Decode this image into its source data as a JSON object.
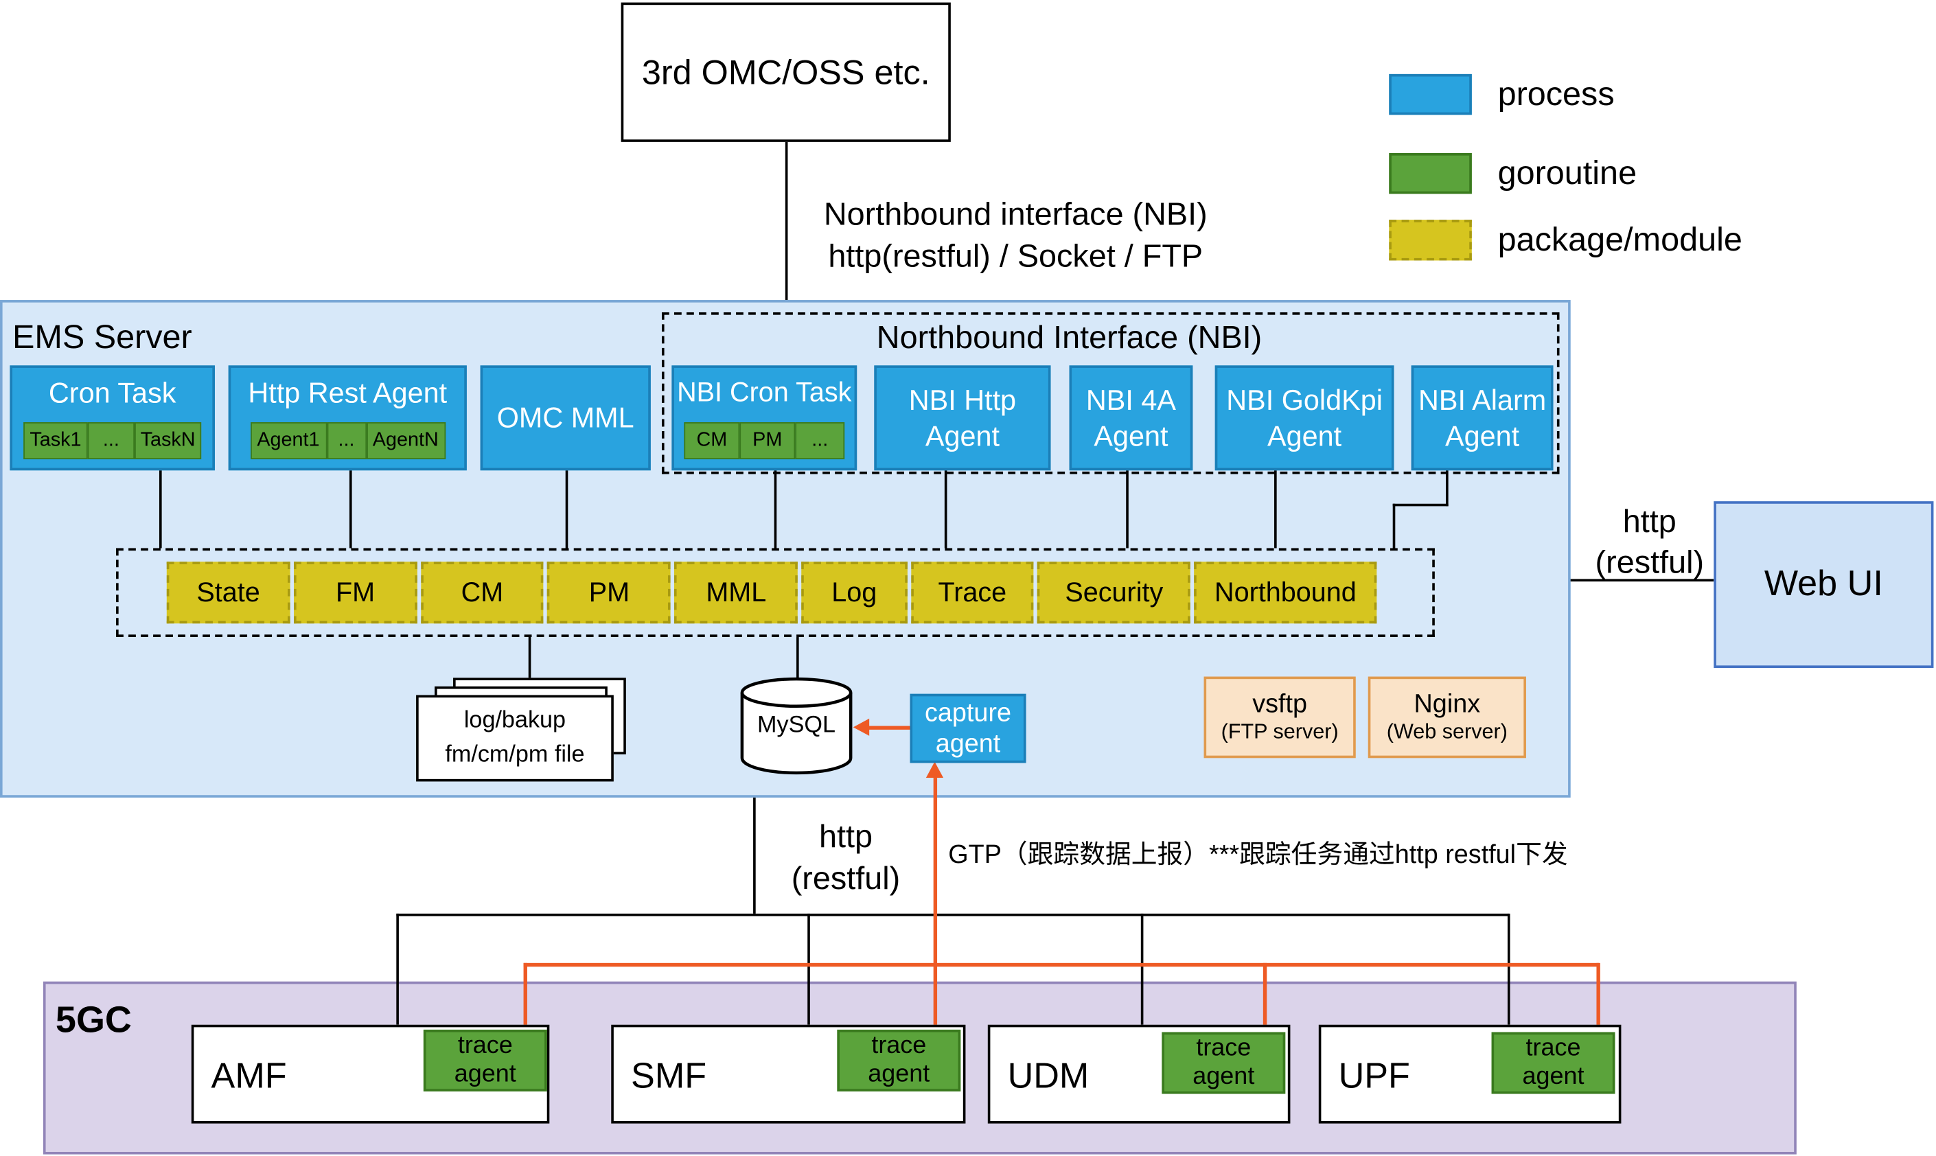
{
  "external": {
    "label": "3rd OMC/OSS etc."
  },
  "legend": {
    "process": "process",
    "goroutine": "goroutine",
    "package": "package/module"
  },
  "nbi_link": {
    "line1": "Northbound interface (NBI)",
    "line2": "http(restful) / Socket / FTP"
  },
  "ems": {
    "title": "EMS Server",
    "cron_task": {
      "label": "Cron Task",
      "subs": [
        "Task1",
        "...",
        "TaskN"
      ]
    },
    "http_rest_agent": {
      "label": "Http Rest Agent",
      "subs": [
        "Agent1",
        "...",
        "AgentN"
      ]
    },
    "omc_mml": "OMC MML",
    "nbi": {
      "title": "Northbound Interface (NBI)",
      "cron_task": {
        "label": "NBI Cron Task",
        "subs": [
          "CM",
          "PM",
          "..."
        ]
      },
      "http_agent": "NBI Http Agent",
      "foura_agent": "NBI 4A Agent",
      "goldkpi_agent": "NBI GoldKpi Agent",
      "alarm_agent": "NBI Alarm Agent"
    },
    "modules": [
      "State",
      "FM",
      "CM",
      "PM",
      "MML",
      "Log",
      "Trace",
      "Security",
      "Northbound"
    ],
    "files": {
      "line1": "log/bakup",
      "line2": "fm/cm/pm file"
    },
    "mysql": "MySQL",
    "capture_agent": "capture agent",
    "vsftp": {
      "line1": "vsftp",
      "line2": "(FTP server)"
    },
    "nginx": {
      "line1": "Nginx",
      "line2": "(Web server)"
    }
  },
  "web_ui": {
    "label": "Web UI",
    "link_line1": "http",
    "link_line2": "(restful)"
  },
  "south_link": {
    "http_line1": "http",
    "http_line2": "(restful)",
    "gtp": "GTP（跟踪数据上报）***跟踪任务通过http restful下发"
  },
  "fivegc": {
    "title": "5GC",
    "nfs": [
      {
        "label": "AMF",
        "agent": "trace agent"
      },
      {
        "label": "SMF",
        "agent": "trace agent"
      },
      {
        "label": "UDM",
        "agent": "trace agent"
      },
      {
        "label": "UPF",
        "agent": "trace agent"
      }
    ]
  },
  "colors": {
    "process_fill": "#29a3df",
    "goroutine_fill": "#5ba33b",
    "package_fill": "#d6c51f",
    "ems_bg": "#d7e8f9",
    "fivegc_bg": "#dbd3ea",
    "orange_line": "#ee5a24",
    "tan_fill": "#fae3c8"
  }
}
